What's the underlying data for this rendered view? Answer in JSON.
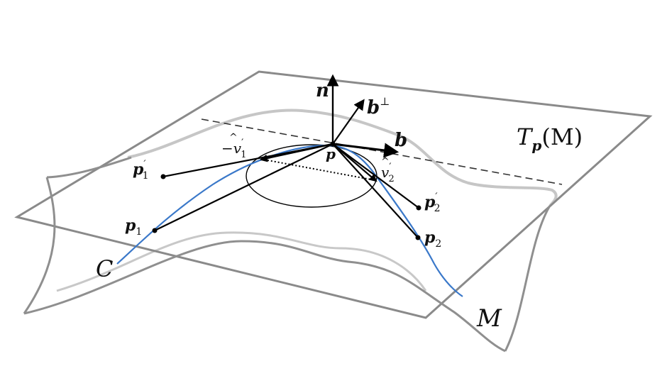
{
  "labels": {
    "n": "n",
    "b_perp": "b",
    "b_perp_sup": "⊥",
    "b": "b",
    "p": "p",
    "tangent_T": "T",
    "tangent_sub": "p",
    "tangent_arg": "(M)",
    "p1_prime": "p",
    "p1_prime_sub": "1",
    "p1_prime_sup": "′",
    "p1": "p",
    "p1_sub": "1",
    "p2_prime": "p",
    "p2_prime_sub": "2",
    "p2_prime_sup": "′",
    "p2": "p",
    "p2_sub": "2",
    "v1_minus": "−",
    "v1": "v",
    "v1_hat": "^",
    "v1_sub": "1",
    "v1_sup": "′",
    "v2": "v",
    "v2_hat": "^",
    "v2_sub": "2",
    "v2_sup": "′",
    "curve": "C",
    "manifold": "M"
  },
  "colors": {
    "plane_edge": "#8a8a8a",
    "surface_edge": "#9a9a9a",
    "surface_back": "#c8c8c8",
    "curve": "#3a78c9",
    "vector": "#000000"
  }
}
